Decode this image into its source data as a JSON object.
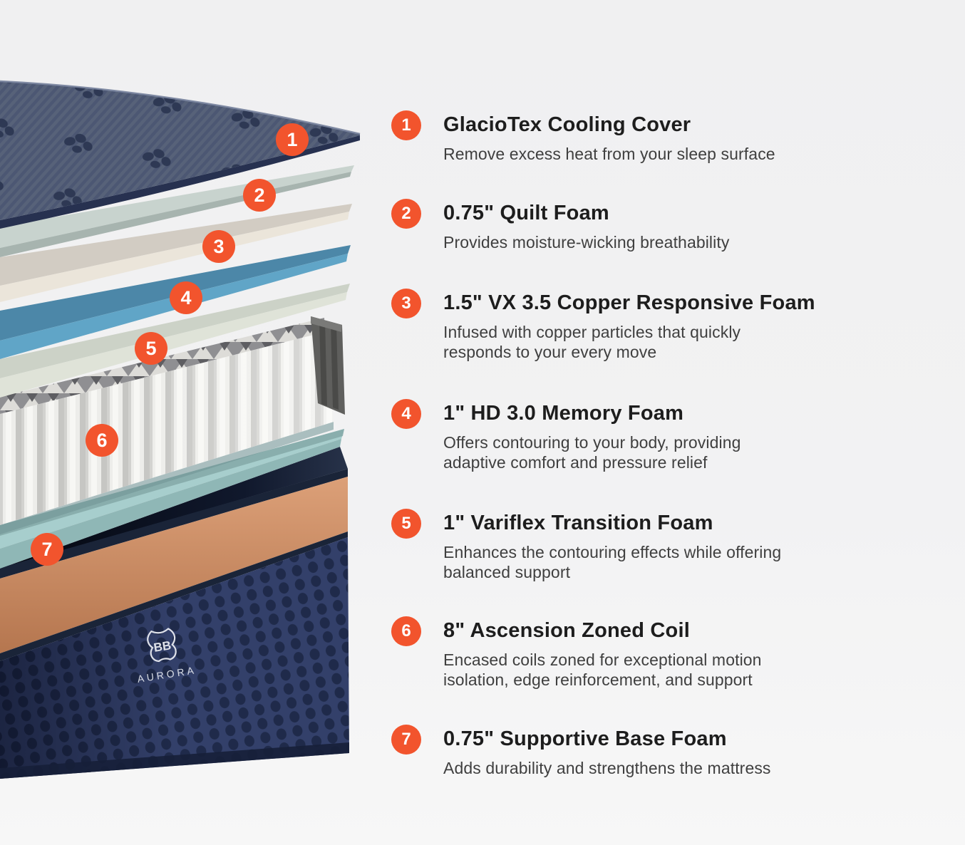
{
  "colors": {
    "accent": "#f2542d",
    "heading_text": "#1d1d1d",
    "body_text": "#3f3f3f",
    "background": "#f1f1f2",
    "cover_navy": "#4c5773",
    "quilt_cream": "#ebe5da",
    "copper_foam_blue": "#4c87a8",
    "transition_foam_green": "#ccd2c7",
    "base_teal": "#a7cecd",
    "base_copper_band": "#c98d6b",
    "base_fabric_navy": "#33406a"
  },
  "illustration": {
    "markers": [
      "1",
      "2",
      "3",
      "4",
      "5",
      "6",
      "7"
    ],
    "brand": {
      "monogram": "BB",
      "name": "AURORA"
    }
  },
  "legend": {
    "items": [
      {
        "num": "1",
        "title": "GlacioTex Cooling Cover",
        "desc": "Remove excess heat from your sleep surface"
      },
      {
        "num": "2",
        "title": "0.75\" Quilt Foam",
        "desc": "Provides moisture-wicking breathability"
      },
      {
        "num": "3",
        "title": "1.5\" VX 3.5 Copper Responsive Foam",
        "desc": "Infused with copper particles that quickly\nresponds to your every move"
      },
      {
        "num": "4",
        "title": "1\" HD 3.0 Memory Foam",
        "desc": "Offers contouring to your body, providing\nadaptive comfort and pressure relief"
      },
      {
        "num": "5",
        "title": "1\" Variflex Transition Foam",
        "desc": "Enhances the contouring effects while offering\nbalanced support"
      },
      {
        "num": "6",
        "title": "8\" Ascension Zoned Coil",
        "desc": "Encased coils zoned for exceptional motion\nisolation, edge reinforcement, and support"
      },
      {
        "num": "7",
        "title": "0.75\" Supportive Base Foam",
        "desc": "Adds durability and strengthens the mattress"
      }
    ]
  }
}
